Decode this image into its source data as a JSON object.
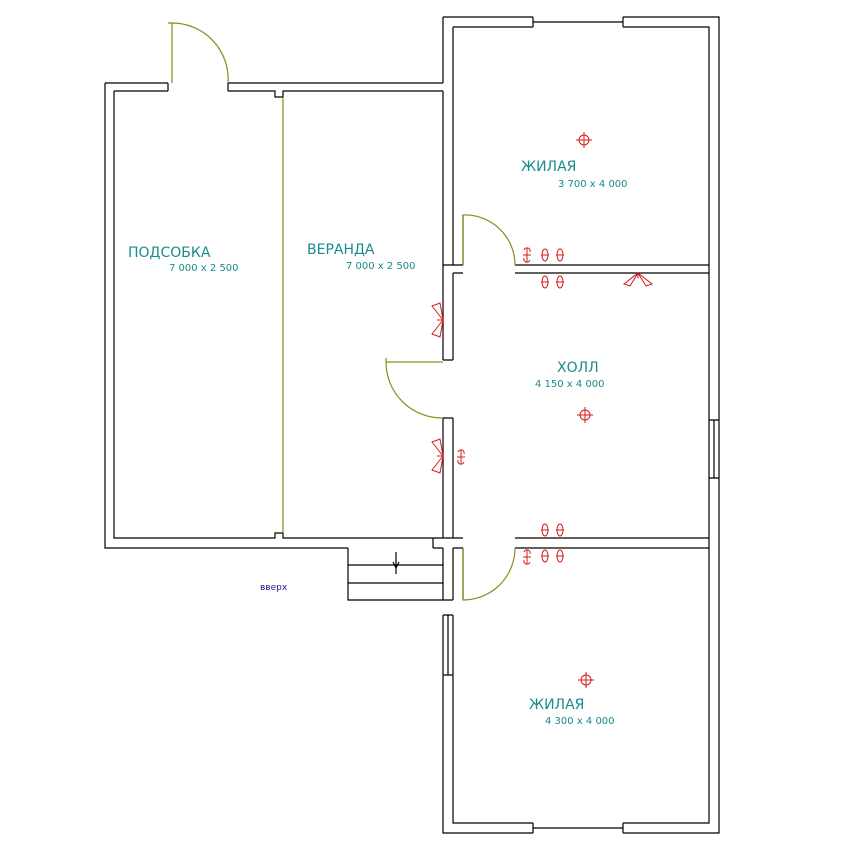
{
  "rooms": [
    {
      "id": "podsobka",
      "name": "ПОДСОБКА",
      "size": "7 000 x 2 500"
    },
    {
      "id": "veranda",
      "name": "ВЕРАНДА",
      "size": "7 000 x 2 500"
    },
    {
      "id": "zhilaya-top",
      "name": "ЖИЛАЯ",
      "size": "3 700 x 4 000"
    },
    {
      "id": "holl",
      "name": "ХОЛЛ",
      "size": "4 150 x 4 000"
    },
    {
      "id": "zhilaya-bottom",
      "name": "ЖИЛАЯ",
      "size": "4 300 x 4 000"
    }
  ],
  "stairs_label": "вверх",
  "colors": {
    "wall": "#000000",
    "door": "#8a8a1a",
    "label": "#1a8a8a",
    "electric": "#d41a1a",
    "note": "#1a1a8a"
  },
  "icons": [
    "door-swing-icon",
    "window-icon",
    "ceiling-light-icon",
    "socket-icon",
    "switch-icon",
    "wall-lamp-icon",
    "stairs-arrow-icon"
  ]
}
